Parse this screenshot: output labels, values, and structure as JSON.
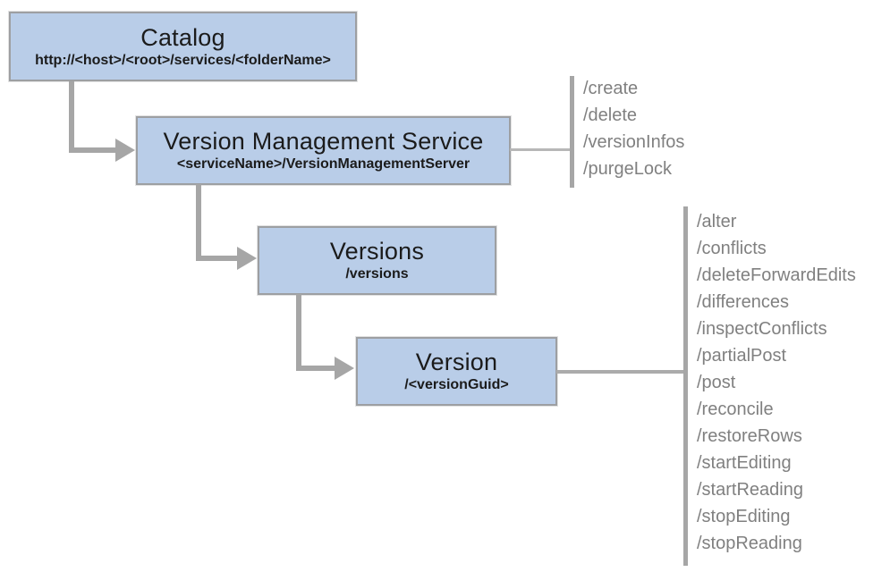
{
  "diagram": {
    "nodes": {
      "catalog": {
        "title": "Catalog",
        "subtitle": "http://<host>/<root>/services/<folderName>"
      },
      "version_management_service": {
        "title": "Version Management Service",
        "subtitle": "<serviceName>/VersionManagementServer"
      },
      "versions": {
        "title": "Versions",
        "subtitle": "/versions"
      },
      "version": {
        "title": "Version",
        "subtitle": "/<versionGuid>"
      }
    },
    "operations": {
      "version_management_service": [
        "/create",
        "/delete",
        "/versionInfos",
        "/purgeLock"
      ],
      "version": [
        "/alter",
        "/conflicts",
        "/deleteForwardEdits",
        "/differences",
        "/inspectConflicts",
        "/partialPost",
        "/post",
        "/reconcile",
        "/restoreRows",
        "/startEditing",
        "/startReading",
        "/stopEditing",
        "/stopReading"
      ]
    },
    "colors": {
      "node_fill": "#b9cde8",
      "node_border": "#9d9fa2",
      "connector": "#a6a6a6",
      "operation_text": "#808080",
      "node_text": "#1b1b1b"
    }
  }
}
